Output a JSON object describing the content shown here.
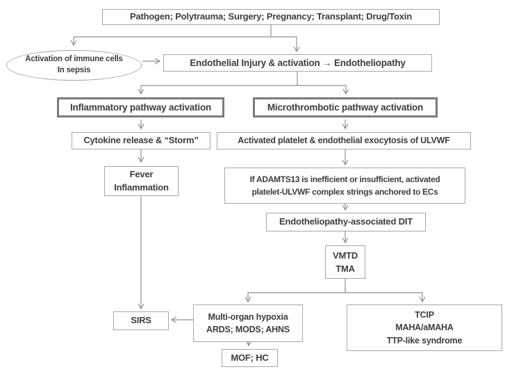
{
  "diagram": {
    "nodes": {
      "triggers": {
        "label": "Pathogen; Polytrauma; Surgery; Pregnancy; Transplant; Drug/Toxin"
      },
      "immune": {
        "lines": [
          "Activation of immune cells",
          "In sepsis"
        ]
      },
      "endothelial": {
        "label": "Endothelial Injury & activation → Endotheliopathy"
      },
      "inflammatory": {
        "label": "Inflammatory pathway activation"
      },
      "microthrombotic": {
        "label": "Microthrombotic pathway activation"
      },
      "cytokine": {
        "label": "Cytokine release & “Storm”"
      },
      "activated_platelet": {
        "label": "Activated platelet & endothelial exocytosis of ULVWF"
      },
      "fever": {
        "lines": [
          "Fever",
          "Inflammation"
        ]
      },
      "adamts13": {
        "lines": [
          "If ADAMTS13 is inefficient or insufficient, activated",
          "platelet-ULVWF complex strings anchored to ECs"
        ]
      },
      "dit": {
        "label": "Endotheliopathy-associated DIT"
      },
      "vmtd": {
        "lines": [
          "VMTD",
          "TMA"
        ]
      },
      "sirs": {
        "label": "SIRS"
      },
      "multiorgan": {
        "lines": [
          "Multi-organ hypoxia",
          "ARDS; MODS; AHNS"
        ]
      },
      "mof": {
        "label": "MOF; HC"
      },
      "tcip": {
        "lines": [
          "TCIP",
          "MAHA/aMAHA",
          "TTP-like syndrome"
        ]
      }
    },
    "colors": {
      "text": "#3d3d3d",
      "box_border": "#a6a6a6",
      "thick_border": "#7a7a7a",
      "connector": "#8f8f8f",
      "background": "#ffffff"
    }
  }
}
